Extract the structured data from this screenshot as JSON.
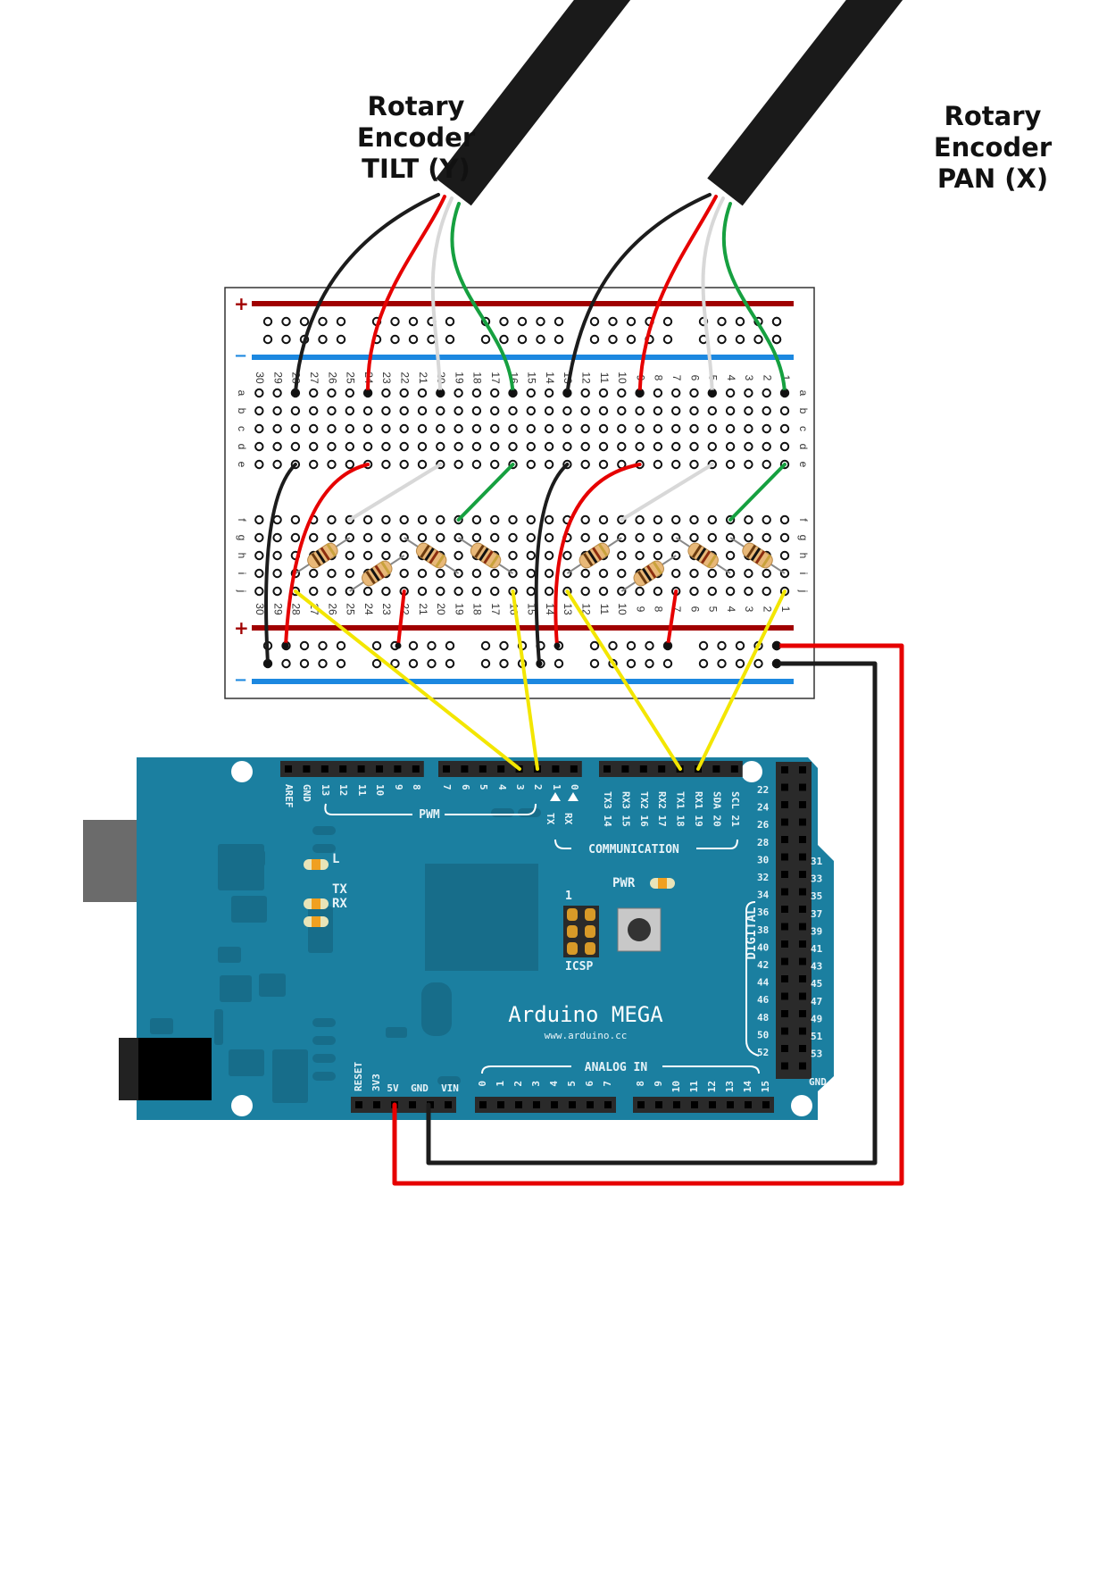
{
  "labels": {
    "tilt": [
      "Rotary",
      "Encoder",
      "TILT (Y)"
    ],
    "pan": [
      "Rotary",
      "Encoder",
      "PAN (X)"
    ]
  },
  "breadboard": {
    "rail_plus": "+",
    "rail_minus": "−",
    "rows_left": [
      "a",
      "b",
      "c",
      "d",
      "e"
    ],
    "rows_right": [
      "f",
      "g",
      "h",
      "i",
      "j"
    ],
    "column_count": 30
  },
  "arduino": {
    "title": "Arduino MEGA",
    "url": "www.arduino.cc",
    "pwm_label": "PWM",
    "comm_label": "COMMUNICATION",
    "analog_label": "ANALOG IN",
    "digital_label": "DIGITAL",
    "icsp_label": "ICSP",
    "icsp_pin1": "1",
    "pwr_label": "PWR",
    "led_l": "L",
    "led_tx": "TX",
    "led_rx": "RX",
    "pwm_pins": [
      "AREF",
      "GND",
      "13",
      "12",
      "11",
      "10",
      "9",
      "8",
      "7",
      "6",
      "5",
      "4",
      "3",
      "2",
      "1",
      "0"
    ],
    "txrx_marks": [
      "TX",
      "RX"
    ],
    "comm_pins": [
      "TX3 14",
      "RX3 15",
      "TX2 16",
      "RX2 17",
      "TX1 18",
      "RX1 19",
      "SDA 20",
      "SCL 21"
    ],
    "power_pins": [
      "RESET",
      "3V3",
      "5V",
      "GND",
      "VIN"
    ],
    "analog_pins": [
      "0",
      "1",
      "2",
      "3",
      "4",
      "5",
      "6",
      "7",
      "8",
      "9",
      "10",
      "11",
      "12",
      "13",
      "14",
      "15"
    ],
    "digital_left": [
      "22",
      "24",
      "26",
      "28",
      "30",
      "32",
      "34",
      "36",
      "38",
      "40",
      "42",
      "44",
      "46",
      "48",
      "50",
      "52"
    ],
    "digital_right": [
      "31",
      "33",
      "35",
      "37",
      "39",
      "41",
      "43",
      "45",
      "47",
      "49",
      "51",
      "53"
    ],
    "gnd_label": "GND"
  },
  "colors": {
    "board": "#1b7fa0",
    "board_dark": "#176d8a",
    "rail_red": "#a00000",
    "rail_blue": "#1c88e0",
    "wire_red": "#e60000",
    "wire_black": "#1c1c1c",
    "wire_white": "#d8d8d8",
    "wire_green": "#16a040",
    "wire_yellow": "#f3e600",
    "cable": "#1a1a1a"
  }
}
